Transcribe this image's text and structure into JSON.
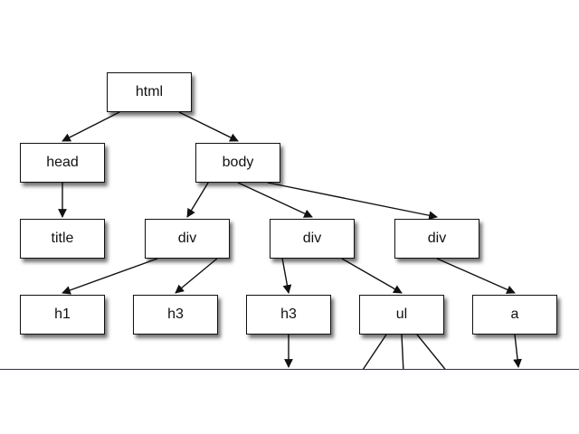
{
  "diagram": {
    "nodes": [
      {
        "id": "html",
        "label": "html"
      },
      {
        "id": "head",
        "label": "head"
      },
      {
        "id": "body",
        "label": "body"
      },
      {
        "id": "title",
        "label": "title"
      },
      {
        "id": "div1",
        "label": "div"
      },
      {
        "id": "div2",
        "label": "div"
      },
      {
        "id": "div3",
        "label": "div"
      },
      {
        "id": "h1",
        "label": "h1"
      },
      {
        "id": "h3a",
        "label": "h3"
      },
      {
        "id": "h3b",
        "label": "h3"
      },
      {
        "id": "ul",
        "label": "ul"
      },
      {
        "id": "a",
        "label": "a"
      }
    ],
    "edges": [
      [
        "html",
        "head"
      ],
      [
        "html",
        "body"
      ],
      [
        "head",
        "title"
      ],
      [
        "body",
        "div1"
      ],
      [
        "body",
        "div2"
      ],
      [
        "body",
        "div3"
      ],
      [
        "div1",
        "h1"
      ],
      [
        "div1",
        "h3a"
      ],
      [
        "div2",
        "h3b"
      ],
      [
        "div2",
        "ul"
      ],
      [
        "div3",
        "a"
      ]
    ],
    "colors": {
      "stroke": "#111111",
      "box_fill": "#ffffff",
      "divider": "#2a2f7a"
    }
  }
}
